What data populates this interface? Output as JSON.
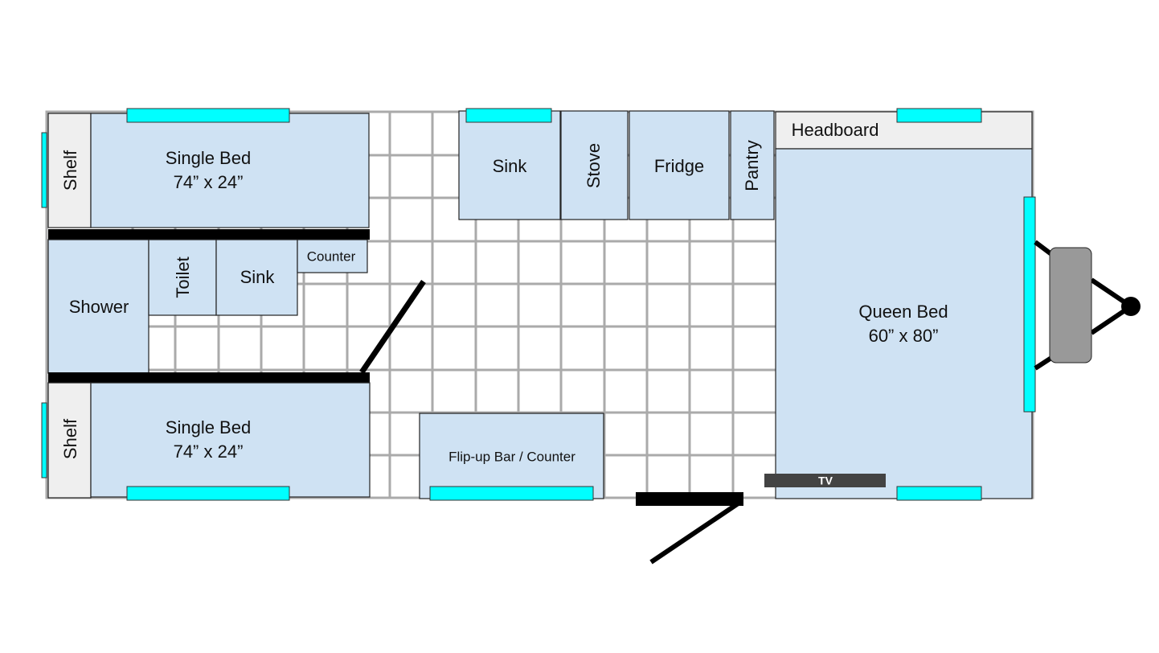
{
  "title": "Travel trailer floor plan",
  "rooms": {
    "shelf_top": "Shelf",
    "bed_top": {
      "name": "Single Bed",
      "size": "74” x 24”"
    },
    "shower": "Shower",
    "toilet": "Toilet",
    "bath_sink": "Sink",
    "bath_counter": "Counter",
    "shelf_bottom": "Shelf",
    "bed_bottom": {
      "name": "Single Bed",
      "size": "74” x 24”"
    },
    "kitchen_sink": "Sink",
    "stove": "Stove",
    "fridge": "Fridge",
    "pantry": "Pantry",
    "headboard": "Headboard",
    "queen_bed": {
      "name": "Queen Bed",
      "size": "60” x 80”"
    },
    "tv": "TV",
    "bar": "Flip-up Bar / Counter"
  },
  "colors": {
    "furniture": "#cfe2f3",
    "window": "#00ffff",
    "grid": "#aaaaaa",
    "wall": "#000000",
    "hitch": "#999999"
  }
}
